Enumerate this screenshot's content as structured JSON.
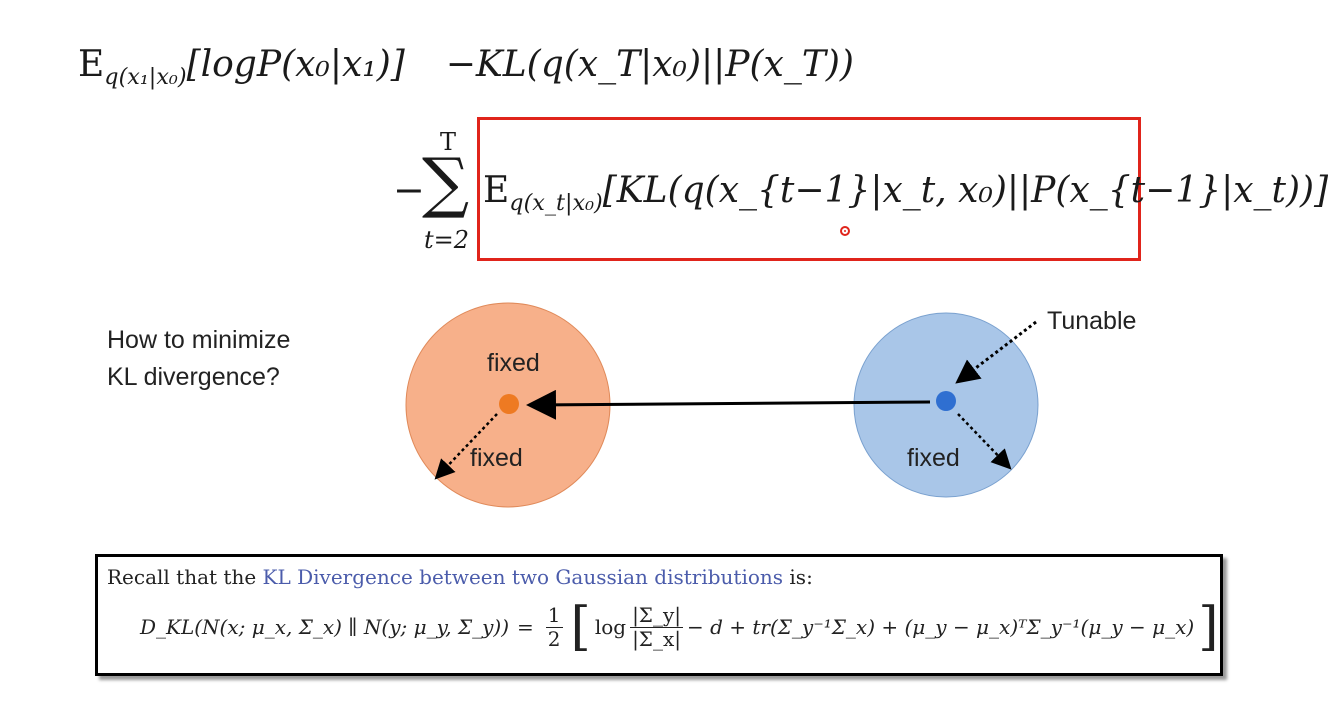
{
  "equation": {
    "line1": {
      "expect_symbol": "E",
      "expect_sub": "q(x₁|x₀)",
      "expect_body": "[logP(x₀|x₁)]",
      "kl_term": "−KL(q(x_T|x₀)||P(x_T))"
    },
    "line2": {
      "minus": "−",
      "sum_symbol": "∑",
      "sum_upper": "T",
      "sum_lower": "t=2",
      "expect_symbol": "E",
      "expect_sub": "q(x_t|x₀)",
      "body": "[KL(q(x_{t−1}|x_t, x₀)||P(x_{t−1}|x_t))]"
    }
  },
  "question": {
    "line1": "How to minimize",
    "line2": "KL divergence?"
  },
  "diagram": {
    "left_circle": {
      "top_label": "fixed",
      "bottom_label": "fixed",
      "fill": "#f7b08a",
      "dot": "#ee7a22"
    },
    "right_circle": {
      "bottom_label": "fixed",
      "fill": "#a9c6e8",
      "dot": "#2f6fd1"
    },
    "tunable_label": "Tunable"
  },
  "recall": {
    "prefix": "Recall that the ",
    "link": "KL Divergence between two Gaussian distributions",
    "suffix": " is:",
    "link_color": "#4b5cab",
    "formula": {
      "lhs": "D_KL(N(x; μ_x, Σ_x) ∥ N(y; μ_y, Σ_y))",
      "half_num": "1",
      "half_den": "2",
      "log": "log",
      "frac_num": "|Σ_y|",
      "frac_den": "|Σ_x|",
      "rest": "− d + tr(Σ_y⁻¹Σ_x) + (μ_y − μ_x)ᵀΣ_y⁻¹(μ_y − μ_x)"
    }
  }
}
